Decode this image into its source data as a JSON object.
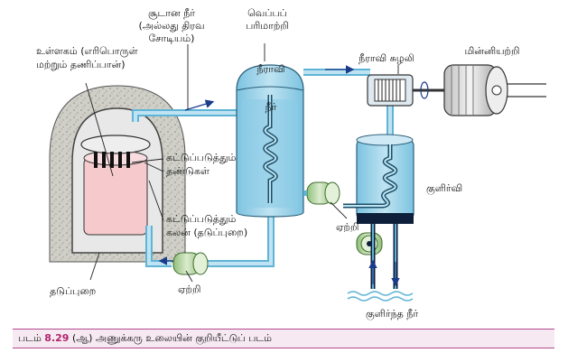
{
  "labels": {
    "core": [
      "உள்ளகம் (எரிபொருள்",
      "மற்றும் தணிப்பான்)"
    ],
    "hot_water": [
      "சூடான நீர்",
      "(அல்லது திரவ",
      "சோடியம்)"
    ],
    "heat_exchanger": [
      "வெப்பப்",
      "பரிமாற்றி"
    ],
    "steam": "நீராவி",
    "turbine": "நீராவி சுழலி",
    "generator": "மின்னியற்றி",
    "water": "நீர்",
    "control_rods": [
      "கட்டுப்படுத்தும்",
      "தண்டுகள்"
    ],
    "containment_vessel": [
      "கட்டுப்படுத்தும்",
      "கலன் (தடுப்புறை)"
    ],
    "condenser": "குளிர்வி",
    "pump_right": "ஏற்றி",
    "pump_bottom": "ஏற்றி",
    "shield": "தடுப்புறை",
    "cold_water": "குளிர்ந்த நீர்"
  },
  "caption": {
    "prefix": "படம்",
    "number": "8.29",
    "text": "(ஆ) அணுக்கரு உலையின் குறியீட்டுப் படம்"
  },
  "colors": {
    "water_blue": "#a9d8ec",
    "water_dark": "#5fb4d6",
    "shield_gray": "#c9c9c1",
    "core_pink": "#f6c9cc",
    "pump_green": "#bcd9a6",
    "caption_accent": "#b0246e"
  }
}
